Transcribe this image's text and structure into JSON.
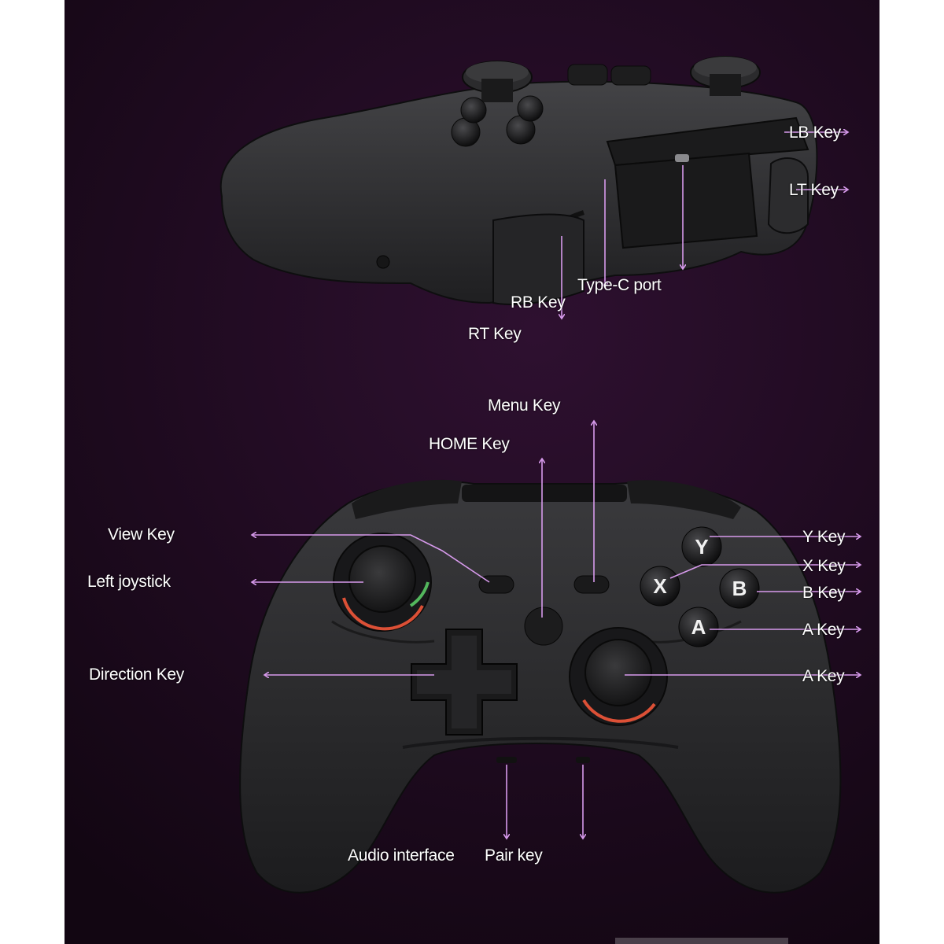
{
  "colors": {
    "background": "#1e0a1f",
    "accent": "#c66be0",
    "controller": "#2a2a2c"
  },
  "top_view": {
    "labels": {
      "lb": "LB Key",
      "lt": "LT Key",
      "typec": "Type-C port",
      "rb": "RB Key",
      "rt": "RT Key"
    }
  },
  "front_view": {
    "labels": {
      "menu": "Menu Key",
      "home": "HOME Key",
      "view": "View Key",
      "left_joystick": "Left joystick",
      "direction": "Direction Key",
      "y": "Y Key",
      "x": "X Key",
      "b": "B Key",
      "a": "A Key",
      "right_joystick": "A Key",
      "audio": "Audio interface",
      "pair": "Pair key"
    },
    "face_buttons": {
      "y": "Y",
      "x": "X",
      "b": "B",
      "a": "A"
    }
  }
}
